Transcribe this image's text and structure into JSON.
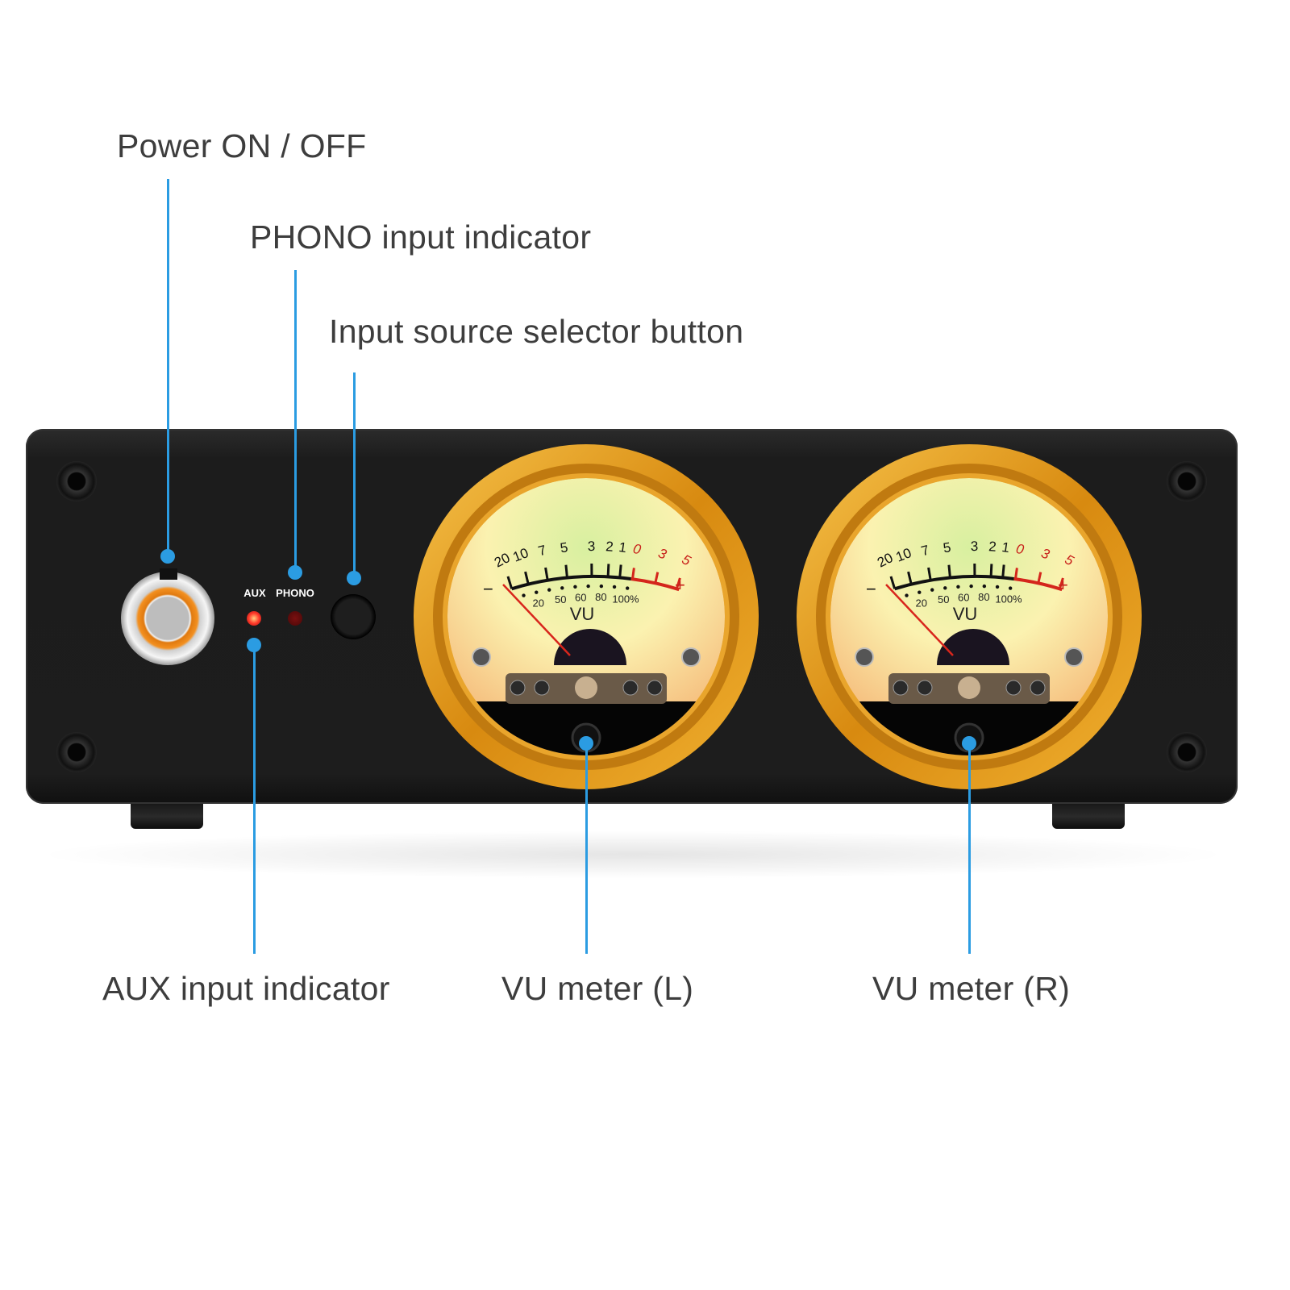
{
  "callouts": {
    "power": "Power ON / OFF",
    "phono": "PHONO input indicator",
    "selector": "Input source selector button",
    "aux": "AUX input indicator",
    "vu_left": "VU meter (L)",
    "vu_right": "VU meter (R)"
  },
  "panel": {
    "aux_label": "AUX",
    "phono_label": "PHONO",
    "aux_led_on": true,
    "phono_led_on": false
  },
  "meter_scale": {
    "title": "VU",
    "minus": "−",
    "plus": "+",
    "black_labels": [
      "20",
      "10",
      "7",
      "5",
      "3",
      "2",
      "1"
    ],
    "red_labels": [
      "0",
      "3",
      "5"
    ],
    "percent_labels": [
      "20",
      "50",
      "60",
      "80",
      "100%"
    ]
  },
  "colors": {
    "callout_line": "#2b9ce2",
    "ring": "#e8a21a",
    "led_on": "#ff3a2a",
    "led_off": "#4a0808",
    "needle": "#d8261c"
  }
}
